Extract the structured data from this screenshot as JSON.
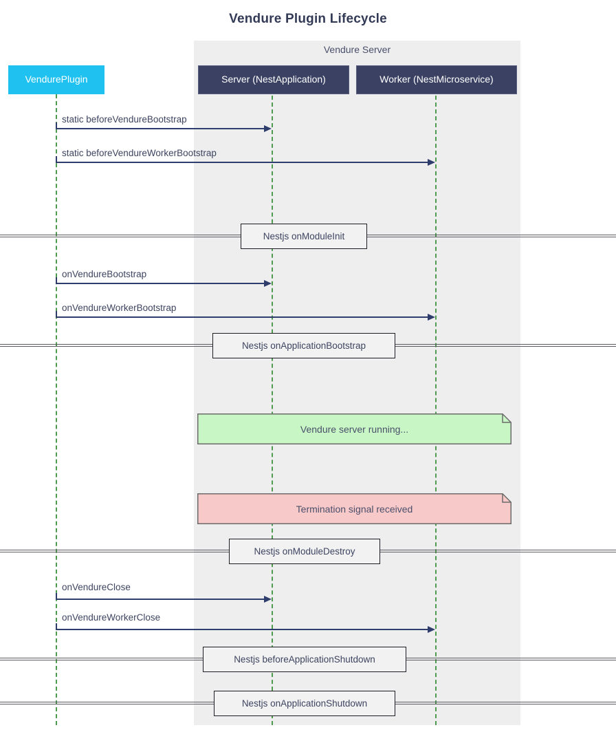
{
  "title": "Vendure Plugin Lifecycle",
  "group": {
    "label": "Vendure Server"
  },
  "participants": [
    {
      "id": "plugin",
      "label": "VendurePlugin",
      "color": "#1ec1f0"
    },
    {
      "id": "server",
      "label": "Server (NestApplication)",
      "color": "#3b4163"
    },
    {
      "id": "worker",
      "label": "Worker (NestMicroservice)",
      "color": "#3b4163"
    }
  ],
  "messages": [
    {
      "label": "static beforeVendureBootstrap",
      "from": "plugin",
      "to": "server"
    },
    {
      "label": "static beforeVendureWorkerBootstrap",
      "from": "plugin",
      "to": "worker"
    },
    {
      "label": "onVendureBootstrap",
      "from": "plugin",
      "to": "server"
    },
    {
      "label": "onVendureWorkerBootstrap",
      "from": "plugin",
      "to": "worker"
    },
    {
      "label": "onVendureClose",
      "from": "plugin",
      "to": "server"
    },
    {
      "label": "onVendureWorkerClose",
      "from": "plugin",
      "to": "worker"
    }
  ],
  "dividers": [
    {
      "label": "Nestjs onModuleInit"
    },
    {
      "label": "Nestjs onApplicationBootstrap"
    },
    {
      "label": "Nestjs onModuleDestroy"
    },
    {
      "label": "Nestjs beforeApplicationShutdown"
    },
    {
      "label": "Nestjs onApplicationShutdown"
    }
  ],
  "notes": [
    {
      "label": "Vendure server running...",
      "fill": "#c8f7c5",
      "stroke": "#6b6b6b"
    },
    {
      "label": "Termination signal received",
      "fill": "#f8c9c9",
      "stroke": "#6b6b6b"
    }
  ],
  "colors": {
    "lifeline": "#4e9a4e",
    "arrow": "#2e3d6b",
    "group_bg": "#eeeeee",
    "text": "#3d4460",
    "title": "#333a56"
  }
}
